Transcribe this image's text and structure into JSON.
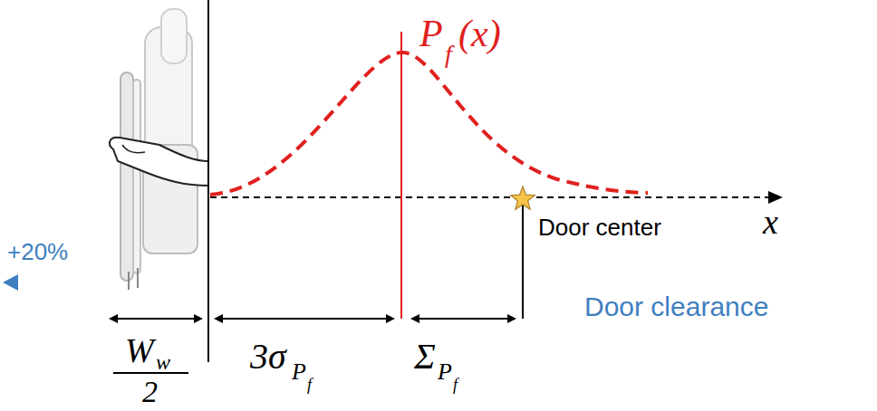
{
  "diagram": {
    "labels": [
      "P",
      "f",
      "(x)",
      "x",
      "Door center",
      "+20%",
      "Door clearance",
      "W",
      "w",
      "2",
      "3σ",
      "P",
      "f",
      "Σ",
      "P",
      "f"
    ]
  }
}
